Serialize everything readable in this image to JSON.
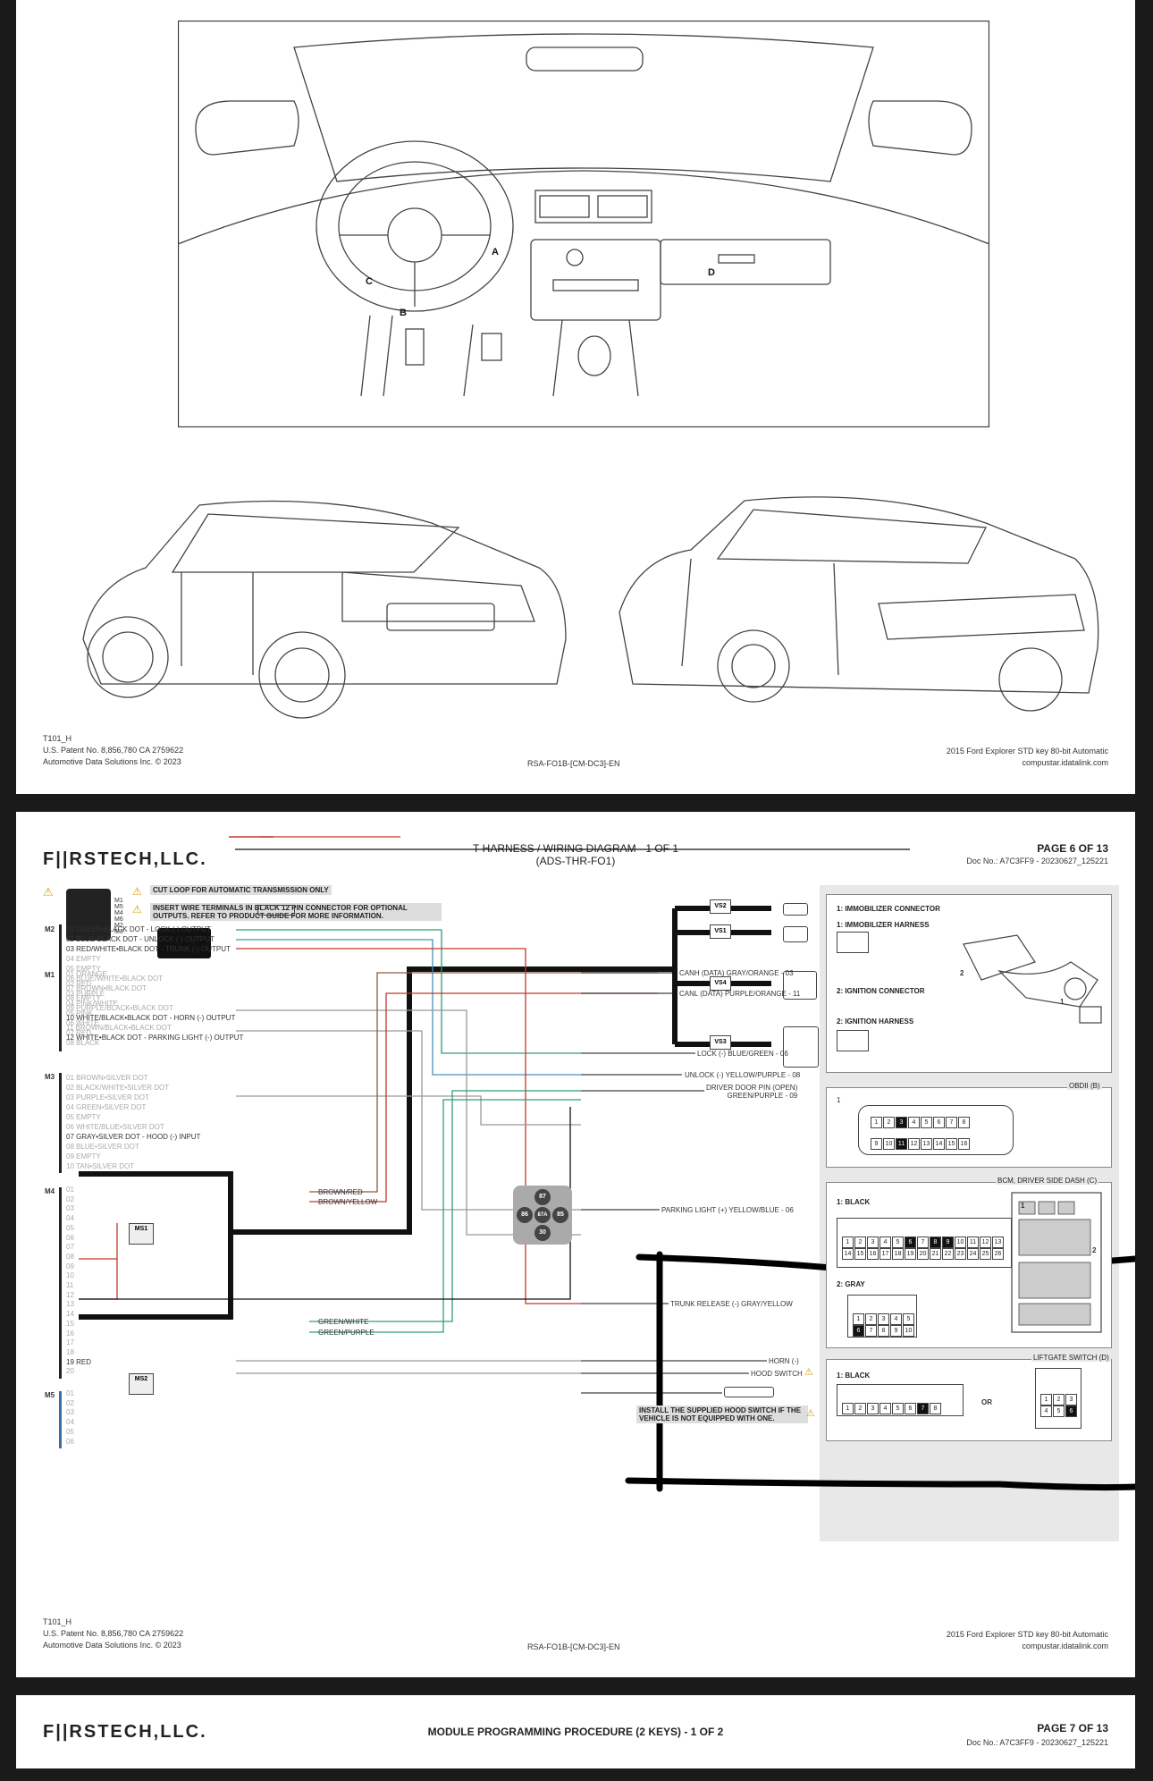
{
  "page1": {
    "labels": {
      "a": "A",
      "b": "B",
      "c": "C",
      "d": "D"
    },
    "footer": {
      "code": "T101_H",
      "patent": "U.S. Patent No. 8,856,780 CA 2759622",
      "copyright": "Automotive Data Solutions Inc. © 2023",
      "doc": "RSA-FO1B-[CM-DC3]-EN",
      "vehicle": "2015 Ford Explorer STD key 80-bit   Automatic",
      "site": "compustar.idatalink.com"
    }
  },
  "page2": {
    "logo": "F||RSTECH,LLC.",
    "title_line1": "T-HARNESS / WIRING DIAGRAM - 1 OF 1",
    "title_line2": "(ADS-THR-FO1)",
    "page_number": "PAGE 6 OF 13",
    "doc_no": "Doc No.: A7C3FF9 - 20230627_125221",
    "notes": {
      "cut_loop": "CUT LOOP FOR AUTOMATIC TRANSMISSION ONLY",
      "insert_terminals": "INSERT WIRE TERMINALS IN BLACK 12 PIN CONNECTOR FOR OPTIONAL OUTPUTS. REFER TO PRODUCT GUIDE FOR MORE INFORMATION.",
      "hood_switch": "INSTALL THE SUPPLIED HOOD SWITCH IF THE VEHICLE IS NOT EQUIPPED WITH ONE."
    },
    "module_ports": [
      "M1",
      "M5",
      "M4",
      "M6",
      "M2",
      "M3"
    ],
    "M1": {
      "label": "M1",
      "wires": [
        "01 ORANGE",
        "02 RED",
        "03 PURPLE",
        "04 PINK/WHITE",
        "05 PINK",
        "06 WHITE",
        "07 RED",
        "08 BLACK"
      ]
    },
    "M2": {
      "label": "M2",
      "wires": [
        {
          "t": "01 GREEN•BLACK DOT - LOCK (-) OUTPUT",
          "used": true
        },
        {
          "t": "02 BLUE•BLACK DOT - UNLOCK (-) OUTPUT",
          "used": true
        },
        {
          "t": "03 RED/WHITE•BLACK DOT - TRUNK (-) OUTPUT",
          "used": true
        },
        {
          "t": "04 EMPTY",
          "used": false
        },
        {
          "t": "05 EMPTY",
          "used": false
        },
        {
          "t": "06 BLUE/WHITE•BLACK DOT",
          "used": false
        },
        {
          "t": "07 BROWN•BLACK DOT",
          "used": false
        },
        {
          "t": "08 EMPTY",
          "used": false
        },
        {
          "t": "09 PURPLE/BLACK•BLACK DOT",
          "used": false
        },
        {
          "t": "10 WHITE/BLACK•BLACK DOT - HORN (-) OUTPUT",
          "used": true
        },
        {
          "t": "11 BROWN/BLACK•BLACK DOT",
          "used": false
        },
        {
          "t": "12 WHITE•BLACK DOT - PARKING LIGHT (-) OUTPUT",
          "used": true
        }
      ]
    },
    "M3": {
      "label": "M3",
      "wires": [
        {
          "t": "01 BROWN•SILVER DOT",
          "used": false
        },
        {
          "t": "02 BLACK/WHITE•SILVER DOT",
          "used": false
        },
        {
          "t": "03 PURPLE•SILVER DOT",
          "used": false
        },
        {
          "t": "04 GREEN•SILVER DOT",
          "used": false
        },
        {
          "t": "05 EMPTY",
          "used": false
        },
        {
          "t": "06 WHITE/BLUE•SILVER DOT",
          "used": false
        },
        {
          "t": "07 GRAY•SILVER DOT - HOOD (-) INPUT",
          "used": true
        },
        {
          "t": "08 BLUE•SILVER DOT",
          "used": false
        },
        {
          "t": "09 EMPTY",
          "used": false
        },
        {
          "t": "10 TAN•SILVER DOT",
          "used": false
        }
      ]
    },
    "M4": {
      "label": "M4",
      "pins": [
        "01",
        "02",
        "03",
        "04",
        "05",
        "06",
        "07",
        "08",
        "09",
        "10",
        "11",
        "12",
        "13",
        "14",
        "15",
        "16",
        "17",
        "18",
        "19 RED",
        "20"
      ]
    },
    "M5": {
      "label": "M5",
      "pins": [
        "01",
        "02",
        "03",
        "04",
        "05",
        "06"
      ]
    },
    "ms": [
      "MS1",
      "MS2"
    ],
    "vs": [
      "VS2",
      "VS1",
      "VS4",
      "VS3"
    ],
    "relay_pins": [
      "87",
      "86",
      "87A",
      "85",
      "30"
    ],
    "wire_labels": {
      "brown_red": "BROWN/RED",
      "brown_yellow": "BROWN/YELLOW",
      "green_white": "GREEN/WHITE",
      "green_purple": "GREEN/PURPLE",
      "canh": "CANH (DATA) GRAY/ORANGE - 03",
      "canl": "CANL (DATA) PURPLE/ORANGE - 11",
      "lock": "LOCK (-) BLUE/GREEN - 06",
      "unlock": "UNLOCK (-) YELLOW/PURPLE - 08",
      "door1": "DRIVER DOOR PIN (OPEN)",
      "door2": "GREEN/PURPLE - 09",
      "parking": "PARKING LIGHT (+) YELLOW/BLUE - 06",
      "trunk": "TRUNK RELEASE (-) GRAY/YELLOW",
      "horn": "HORN (-)",
      "hood": "HOOD SWITCH"
    },
    "immobilizer": {
      "c1": "1: IMMOBILIZER CONNECTOR",
      "h1": "1: IMMOBILIZER HARNESS",
      "c2": "2: IGNITION CONNECTOR",
      "h2": "2: IGNITION HARNESS",
      "n1": "1",
      "n2": "2"
    },
    "obdii": {
      "title": "OBDII (B)",
      "num": "1",
      "row1": [
        "1",
        "2",
        "3",
        "4",
        "5",
        "6",
        "7",
        "8"
      ],
      "row2": [
        "9",
        "10",
        "11",
        "12",
        "13",
        "14",
        "15",
        "16"
      ],
      "black": [
        "3",
        "11"
      ]
    },
    "bcm": {
      "title": "BCM, DRIVER SIDE DASH (C)",
      "black_label": "1: BLACK",
      "row1": [
        "1",
        "2",
        "3",
        "4",
        "5",
        "6",
        "7",
        "8",
        "9",
        "10",
        "11",
        "12",
        "13"
      ],
      "row2": [
        "14",
        "15",
        "16",
        "17",
        "18",
        "19",
        "20",
        "21",
        "22",
        "23",
        "24",
        "25",
        "26"
      ],
      "black": [
        "6",
        "8",
        "9"
      ],
      "gray_label": "2: GRAY",
      "g1": [
        "1",
        "2",
        "3",
        "4",
        "5"
      ],
      "g2": [
        "6",
        "7",
        "8",
        "9",
        "10"
      ],
      "gblack": [
        "6"
      ],
      "n1": "1",
      "n2": "2"
    },
    "liftgate": {
      "title": "LIFTGATE SWITCH (D)",
      "black_label": "1: BLACK",
      "pins": [
        "1",
        "2",
        "3",
        "4",
        "5",
        "6",
        "7",
        "8"
      ],
      "black": [
        "7"
      ],
      "or": "OR",
      "alt1": [
        "1",
        "2",
        "3"
      ],
      "alt2": [
        "4",
        "5",
        "6"
      ],
      "altblack": [
        "6"
      ]
    },
    "footer": {
      "code": "T101_H",
      "patent": "U.S. Patent No. 8,856,780 CA 2759622",
      "copyright": "Automotive Data Solutions Inc. © 2023",
      "doc": "RSA-FO1B-[CM-DC3]-EN",
      "vehicle": "2015 Ford Explorer STD key 80-bit   Automatic",
      "site": "compustar.idatalink.com"
    }
  },
  "page3": {
    "logo": "F||RSTECH,LLC.",
    "title": "MODULE PROGRAMMING PROCEDURE (2 KEYS) - 1 OF 2",
    "page_number": "PAGE 7 OF 13",
    "doc_no": "Doc No.: A7C3FF9 - 20230627_125221"
  },
  "colors": {
    "green": "#2e9e7a",
    "blue": "#4a90b8",
    "red": "#c0392b",
    "brown": "#8b5a3c",
    "gray": "#999999"
  }
}
